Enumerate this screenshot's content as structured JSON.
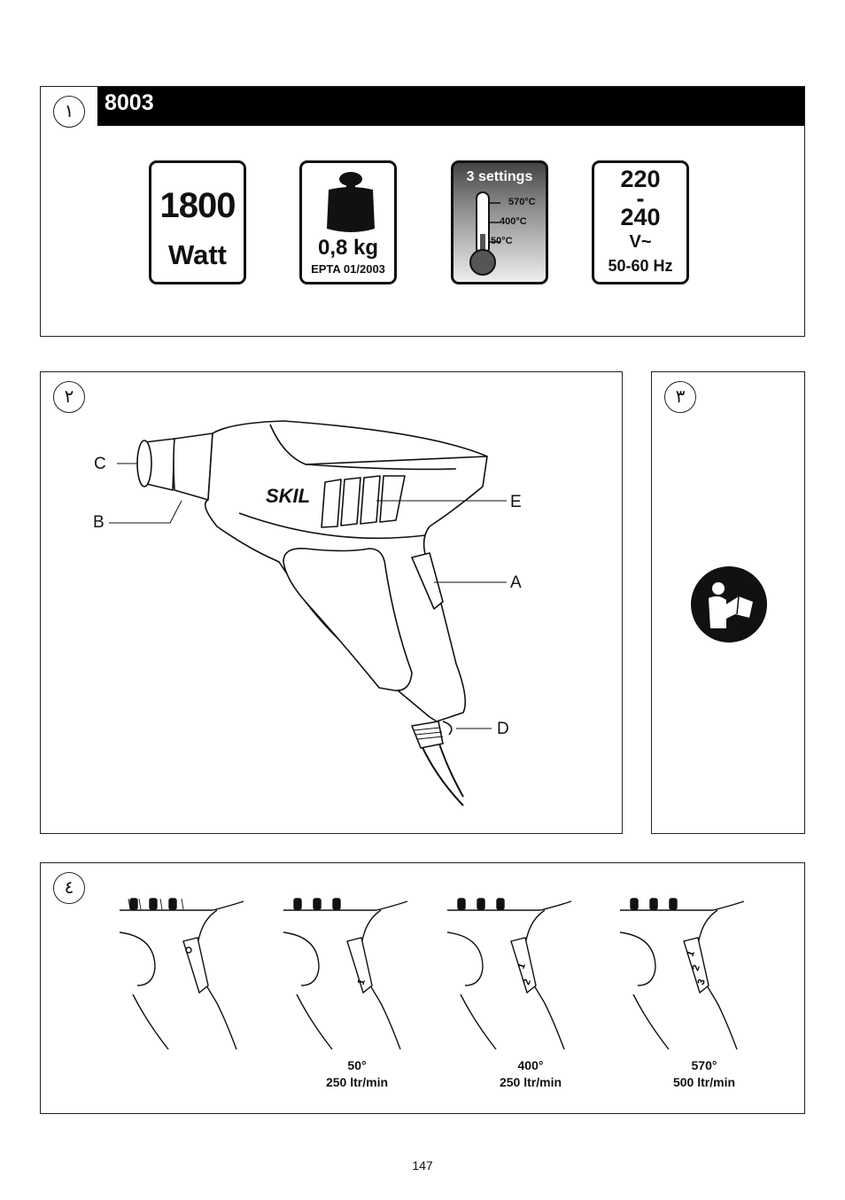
{
  "section1": {
    "number": "١",
    "model": "8003",
    "power": {
      "value": "1800",
      "unit": "Watt"
    },
    "weight": {
      "value": "0,8 kg",
      "standard": "EPTA 01/2003"
    },
    "settings": {
      "title": "3 settings",
      "temps": [
        "570°C",
        "400°C",
        "50°C"
      ]
    },
    "voltage": {
      "low": "220",
      "dash": "-",
      "high": "240",
      "unit": "V~",
      "freq": "50-60 Hz"
    }
  },
  "section2": {
    "number": "٢",
    "brand": "SKIL",
    "labels": {
      "A": "A",
      "B": "B",
      "C": "C",
      "D": "D",
      "E": "E"
    }
  },
  "section3": {
    "number": "٣",
    "icon": "read-manual-icon"
  },
  "section4": {
    "number": "٤",
    "positions": [
      {
        "marks": [],
        "temp": "",
        "flow": ""
      },
      {
        "marks": [
          "1"
        ],
        "temp": "50°",
        "flow": "250 ltr/min"
      },
      {
        "marks": [
          "1",
          "2"
        ],
        "temp": "400°",
        "flow": "250 ltr/min"
      },
      {
        "marks": [
          "1",
          "2",
          "3"
        ],
        "temp": "570°",
        "flow": "500 ltr/min"
      }
    ]
  },
  "page_number": "147",
  "colors": {
    "black_bar": "#000000",
    "stroke": "#222222",
    "reading_icon": "#111111"
  }
}
